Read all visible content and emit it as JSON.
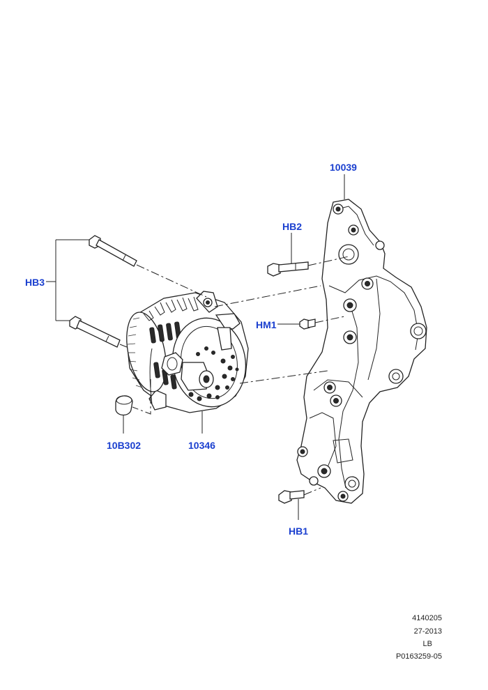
{
  "callouts": {
    "bracket": "10039",
    "bolt_hb2": "HB2",
    "bolt_hb3": "HB3",
    "nut_hm1": "HM1",
    "cap": "10B302",
    "alternator": "10346",
    "bolt_hb1": "HB1"
  },
  "footer": {
    "line1": "4140205",
    "line2": "27-2013",
    "line3": "LB",
    "line4": "P0163259-05"
  },
  "colors": {
    "callout": "#1a3fcf",
    "line": "#222222"
  }
}
